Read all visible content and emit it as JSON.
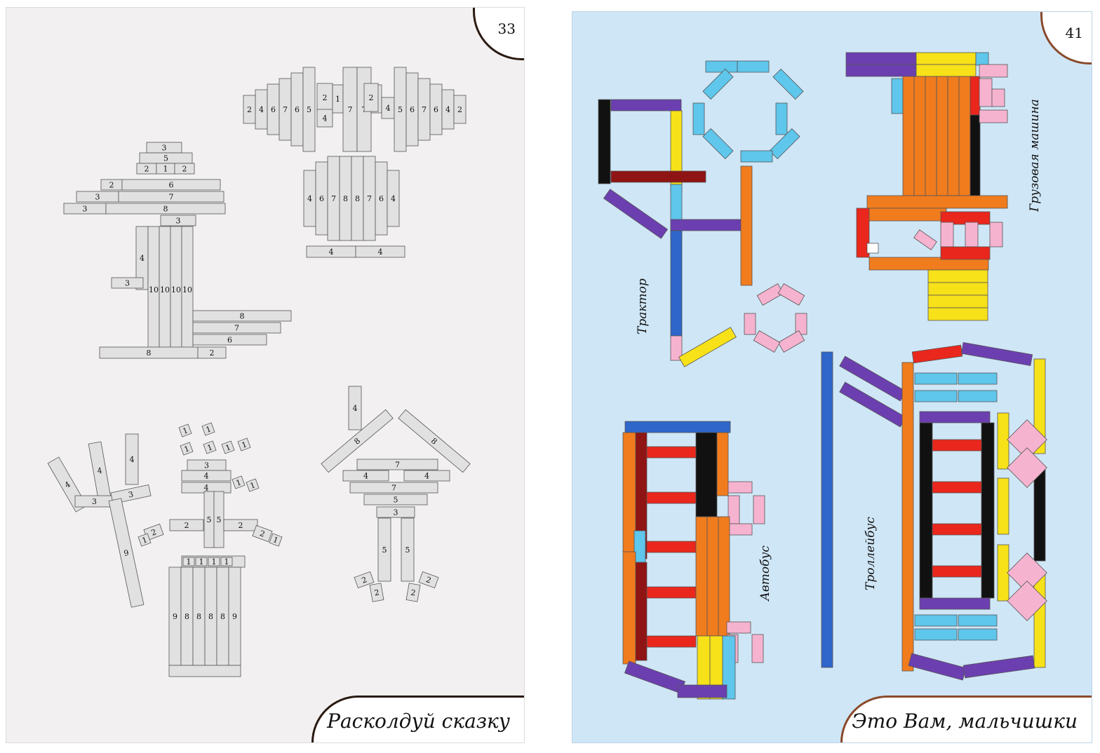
{
  "left_page": {
    "page_number": "33",
    "title": "Расколдуй сказку"
  },
  "right_page": {
    "page_number": "41",
    "title": "Это Вам, мальчишки",
    "labels": {
      "tractor": "Трактор",
      "truck": "Грузовая машина",
      "bus": "Автобус",
      "trolleybus": "Троллейбус"
    }
  },
  "colors": {
    "stick_gray": "#e1e1e1",
    "stick_border": "#555555",
    "black": "#111111",
    "purple": "#6c3fb0",
    "maroon": "#8f1414",
    "yellow": "#f7e119",
    "cyan": "#5fc6ec",
    "blue": "#2e66c9",
    "orange": "#f07c1e",
    "red": "#e9271d",
    "pink": "#f6b3cf",
    "page_left": "#f2f0f1",
    "page_right": "#cfe6f6"
  }
}
